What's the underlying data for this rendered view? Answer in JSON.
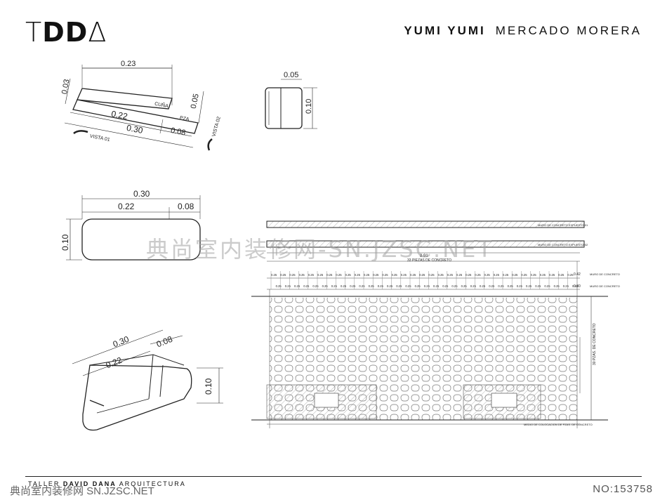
{
  "header": {
    "logo": "TDDΔ",
    "logo_t": "T",
    "logo_dd": "DD",
    "logo_tri": "Δ",
    "project_bold": "YUMI YUMI",
    "project_rest": "MERCADO MORERA"
  },
  "detail_top_left": {
    "dims": [
      "0.23",
      "0.03",
      "0.05",
      "0.22",
      "0.30",
      "0.08"
    ],
    "labels": [
      "CUÑA",
      "PZA",
      "VISTA 01",
      "VISTA 02"
    ]
  },
  "detail_top_right": {
    "dims": [
      "0.05",
      "0.10"
    ]
  },
  "detail_mid": {
    "dims": [
      "0.30",
      "0.22",
      "0.08",
      "0.10"
    ]
  },
  "detail_iso": {
    "dims": [
      "0.30",
      "0.08",
      "0.22",
      "0.10"
    ]
  },
  "elevation": {
    "beam_label_1": "MURO DE CONCRETO EXPUESTO 01",
    "beam_label_2": "MURO DE CONCRETO EXPUESTO 02",
    "total_dim": "8.91",
    "pieces_label": "33 PIEZAS DE CONCRETO",
    "module": "0.25",
    "right_labels": [
      "MURO DE CONCRETO",
      "0.42",
      "MURO DE CONCRETO",
      "0.30"
    ],
    "vertical_label": "30 PZAS. DE CONCRETO",
    "bottom_label": "MEDIO DE COLOCACION DE PZAS. DE CONCRETO"
  },
  "watermark": "典尚室内装修网-SN.JZSC.NET",
  "footer": {
    "studio_prefix": "TALLER",
    "studio_bold": "DAVID DANA",
    "studio_suffix": "ARQUITECTURA",
    "watermark2": "典尚室内装修网 SN.JZSC.NET",
    "number": "NO:153758"
  }
}
